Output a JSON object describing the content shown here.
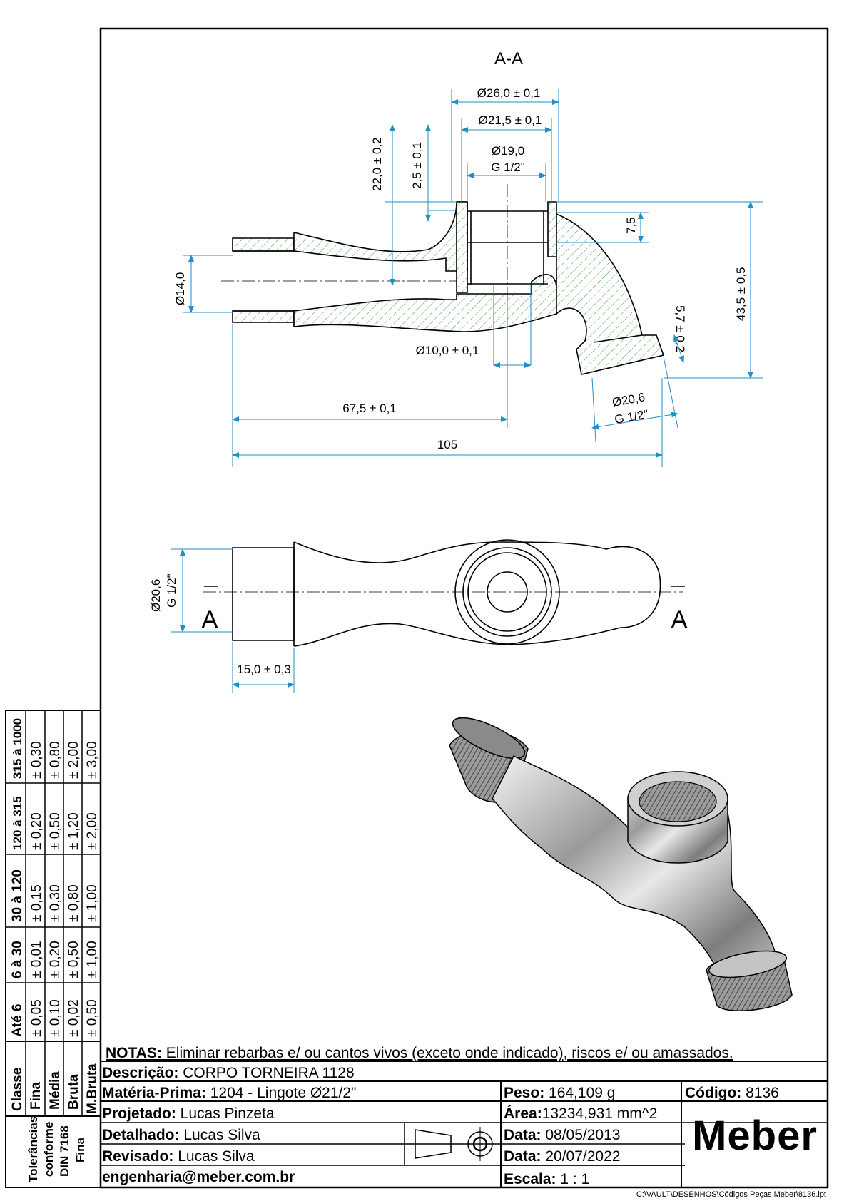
{
  "section_label": "A-A",
  "cut_label_left": "A",
  "cut_label_right": "A",
  "dims": {
    "d26": "Ø26,0 ± 0,1",
    "d215": "Ø21,5 ± 0,1",
    "d19": "Ø19,0",
    "g12_top": "G 1/2\"",
    "h22": "22,0 ± 0,2",
    "h25": "2,5 ± 0,1",
    "h75": "7,5",
    "h435": "43,5 ± 0,5",
    "d14": "Ø14,0",
    "d10": "Ø10,0 ± 0,1",
    "h57": "5,7 ± 0,2",
    "d206_out": "Ø20,6",
    "g12_out": "G 1/2\"",
    "l675": "67,5 ± 0,1",
    "l105": "105",
    "d206_side": "Ø20,6",
    "g12_side": "G 1/2\"",
    "l15": "15,0 ± 0,3"
  },
  "tolerances": {
    "header_label": "Classe",
    "classes": [
      "Fina",
      "Média",
      "Bruta",
      "M.Bruta"
    ],
    "ranges": [
      "Até 6",
      "6 à 30",
      "30 à 120",
      "120 à 315",
      "315 à 1000"
    ],
    "values": [
      [
        "± 0,05",
        "± 0,01",
        "± 0,15",
        "± 0,20",
        "± 0,30"
      ],
      [
        "± 0,10",
        "± 0,20",
        "± 0,30",
        "± 0,50",
        "± 0,80"
      ],
      [
        "± 0,02",
        "± 0,50",
        "± 0,80",
        "± 1,20",
        "± 2,00"
      ],
      [
        "± 0,50",
        "± 1,00",
        "± 1,00",
        "± 2,00",
        "± 3,00"
      ]
    ],
    "footer_lines": [
      "Tolerâncias",
      "conforme",
      "DIN 7168",
      "Fina"
    ]
  },
  "title_block": {
    "notes_label": "NOTAS:",
    "notes_text": " Eliminar rebarbas e/ ou cantos vivos (exceto onde indicado), riscos e/ ou amassados.",
    "descricao_label": "Descrição:",
    "descricao_value": " CORPO TORNEIRA 1128",
    "materia_label": "Matéria-Prima:",
    "materia_value": " 1204 - Lingote Ø21/2\"",
    "peso_label": "Peso:",
    "peso_value": " 164,109 g",
    "codigo_label": "Código:",
    "codigo_value": " 8136",
    "projetado_label": "Projetado:",
    "projetado_value": " Lucas Pinzeta",
    "area_label": "Área:",
    "area_value": "13234,931 mm^2",
    "detalhado_label": "Detalhado:",
    "detalhado_value": " Lucas Silva",
    "data1_label": "Data:",
    "data1_value": " 08/05/2013",
    "revisado_label": "Revisado:",
    "revisado_value": " Lucas Silva",
    "data2_label": "Data:",
    "data2_value": " 20/07/2022",
    "email": "engenharia@meber.com.br",
    "escala_label": "Escala:",
    "escala_value": " 1 : 1",
    "brand": "Meber"
  },
  "file_path": "C:\\VAULT\\DESENHOS\\Códigos Peças Meber\\8136.ipt",
  "colors": {
    "dimension": "#1f8fc4",
    "hatch": "#3c9a3c",
    "border": "#000000"
  }
}
